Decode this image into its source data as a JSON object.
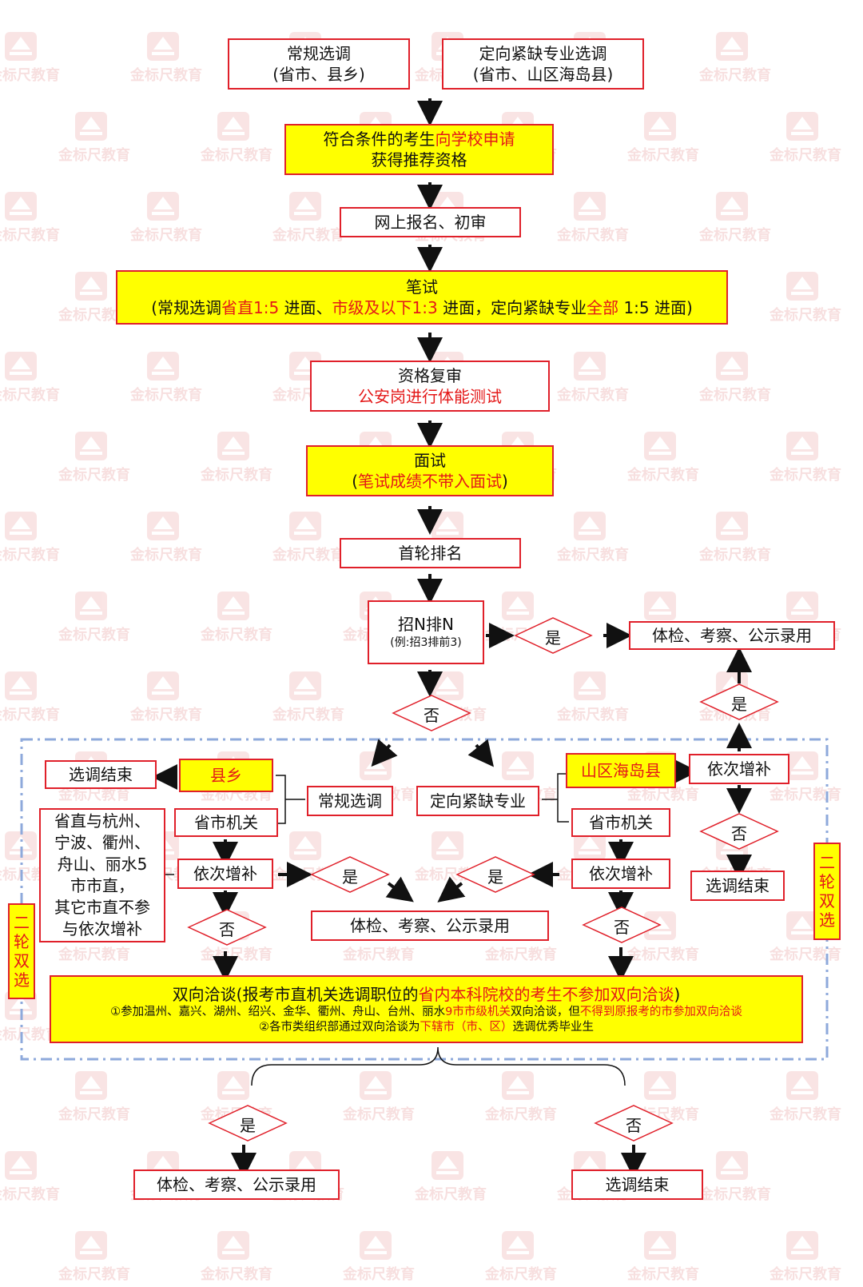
{
  "watermark": {
    "text": "金标尺教育",
    "icon": "logo-triangle-icon"
  },
  "colors": {
    "border_red": "#e0202a",
    "highlight_yellow": "#ffff00",
    "red_text": "#e41818",
    "dash_blue": "#8ea9db"
  },
  "top": {
    "regular": {
      "line1": "常规选调",
      "line2": "(省市、县乡)"
    },
    "targeted": {
      "line1": "定向紧缺专业选调",
      "line2": "(省市、山区海岛县)"
    }
  },
  "apply": {
    "pre": "符合条件的考生",
    "red": "向学校申请",
    "line2": "获得推荐资格"
  },
  "online": "网上报名、初审",
  "written": {
    "title": "笔试",
    "p1": "(常规选调",
    "r1": "省直1:5",
    "p2": " 进面、",
    "r2": "市级及以下1:3",
    "p3": " 进面，定向紧缺专业",
    "r3": "全部",
    "p4": " 1:5",
    "p5": " 进面)"
  },
  "review": {
    "line1": "资格复审",
    "line2": "公安岗进行体能测试"
  },
  "interview": {
    "line1": "面试",
    "pre": "(",
    "red": "笔试成绩不带入面试",
    "post": ")"
  },
  "first_rank": "首轮排名",
  "recruit": {
    "line1": "招N排N",
    "line2": "(例:招3排前3)"
  },
  "yes": "是",
  "no": "否",
  "exam_hire": "体检、考察、公示录用",
  "end": "选调结束",
  "county": "县乡",
  "regular_short": "常规选调",
  "targeted_short": "定向紧缺专业",
  "mountain": "山区海岛县",
  "supplement": "依次增补",
  "prov_city": "省市机关",
  "note": {
    "lines": [
      "省直与杭州、",
      "宁波、衢州、",
      "舟山、丽水5",
      "市市直，",
      "其它市直不参",
      "与依次增补"
    ]
  },
  "second_round": "二轮双选",
  "negotiation": {
    "pre": "双向洽谈(报考市直机关选调职位的",
    "red": "省内本科院校的考生不参加双向洽谈",
    "post": ")",
    "l2a": "①参加温州、嘉兴、湖州、绍兴、金华、衢州、舟山、台州、丽水",
    "l2b": "9市市级机关",
    "l2c": "双向洽谈，但",
    "l2d": "不得到原报考的市参加双向洽谈",
    "l3a": "②各市类组织部通过双向洽谈为",
    "l3b": "下辖市（市、区）",
    "l3c": "选调优秀毕业生"
  }
}
